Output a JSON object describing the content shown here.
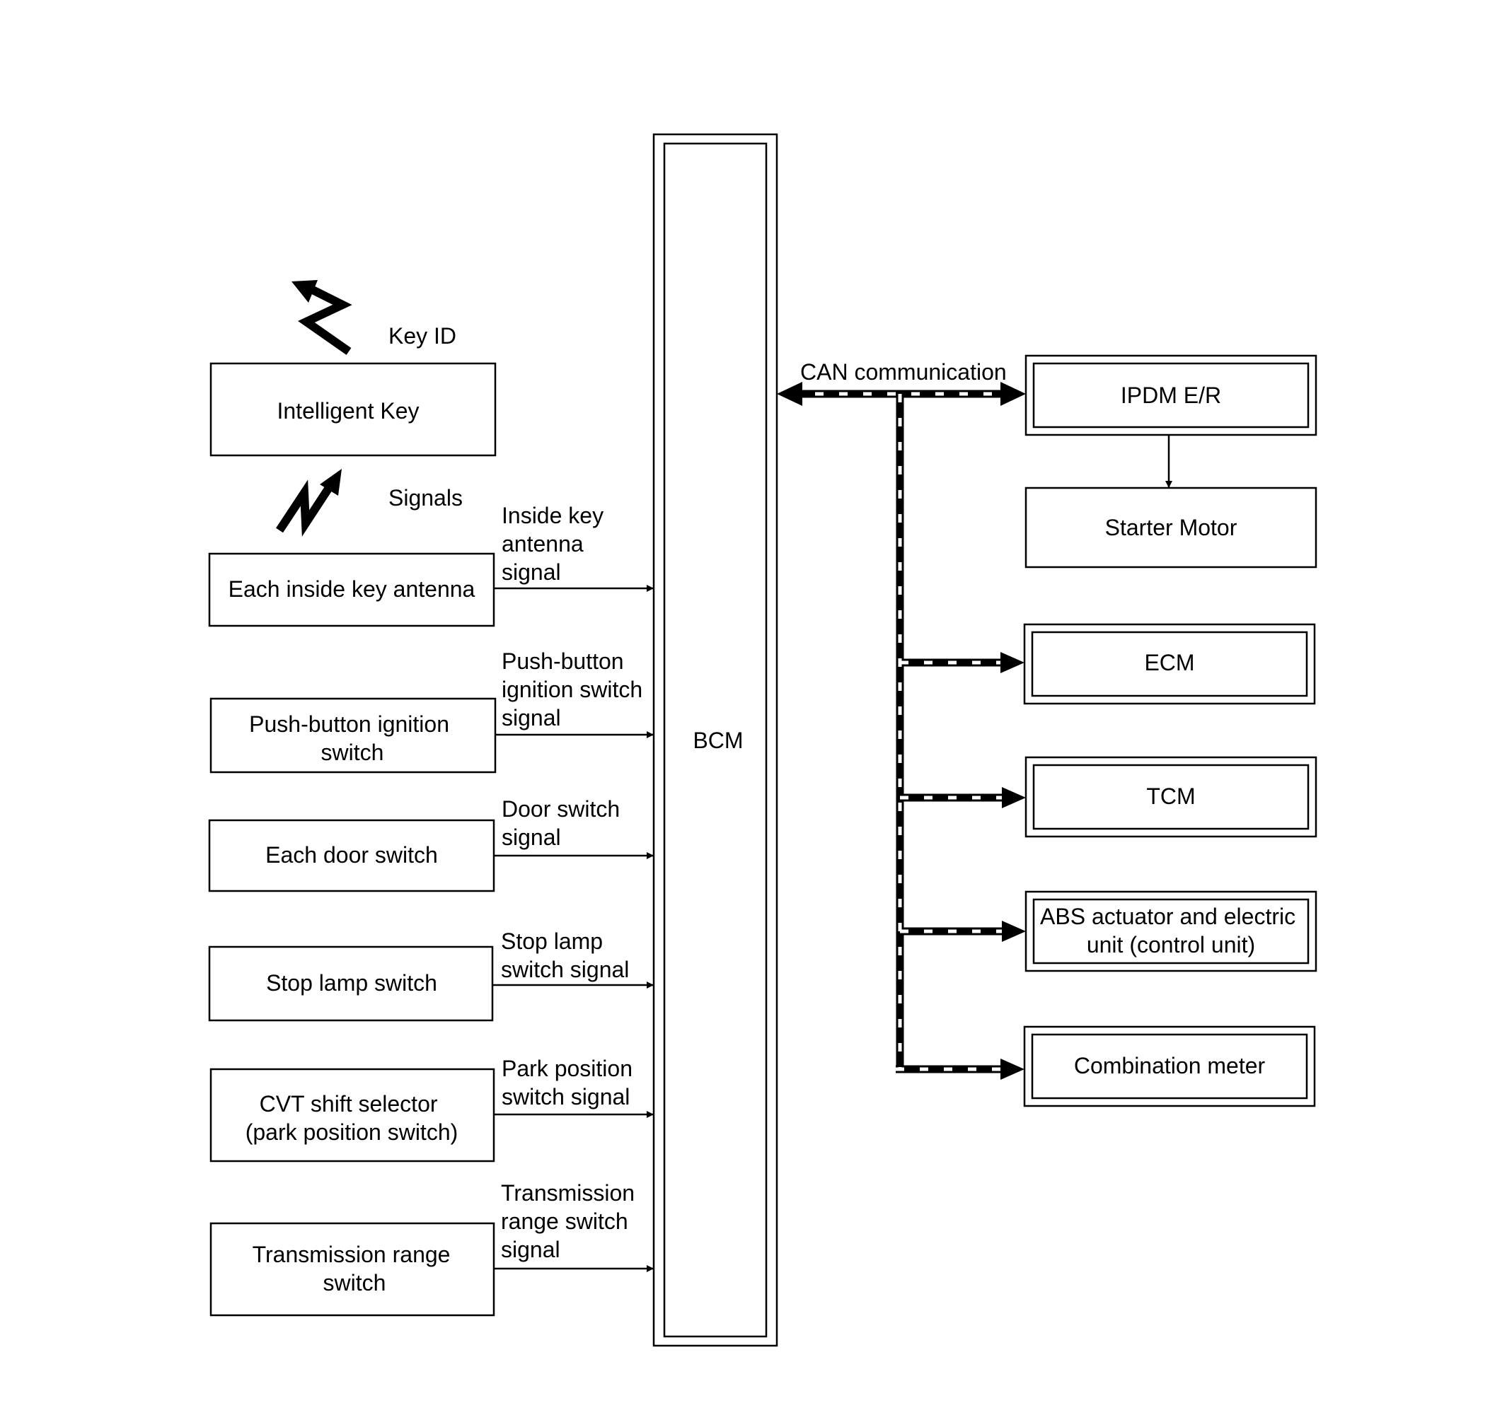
{
  "wireless": {
    "key_id_label": "Key ID",
    "signals_label": "Signals"
  },
  "inputs": [
    {
      "id": "intelligent-key",
      "lines": [
        "Intelligent Key"
      ]
    },
    {
      "id": "each-inside-key-antenna",
      "lines": [
        "Each inside key antenna"
      ],
      "signal": [
        "Inside key",
        "antenna",
        "signal"
      ]
    },
    {
      "id": "push-button-ignition-switch",
      "lines": [
        "Push-button ignition",
        "switch"
      ],
      "signal": [
        "Push-button",
        "ignition switch",
        "signal"
      ]
    },
    {
      "id": "each-door-switch",
      "lines": [
        "Each door switch"
      ],
      "signal": [
        "Door switch",
        "signal"
      ]
    },
    {
      "id": "stop-lamp-switch",
      "lines": [
        "Stop lamp switch"
      ],
      "signal": [
        "Stop lamp",
        "switch signal"
      ]
    },
    {
      "id": "cvt-shift-selector",
      "lines": [
        "CVT shift selector",
        "(park position switch)"
      ],
      "signal": [
        "Park position",
        "switch signal"
      ]
    },
    {
      "id": "transmission-range-switch",
      "lines": [
        "Transmission range",
        "switch"
      ],
      "signal": [
        "Transmission",
        "range switch",
        "signal"
      ]
    }
  ],
  "bcm": {
    "label": "BCM"
  },
  "can": {
    "label": "CAN communication"
  },
  "outputs": [
    {
      "id": "ipdm-er",
      "lines": [
        "IPDM E/R"
      ]
    },
    {
      "id": "starter-motor",
      "lines": [
        "Starter Motor"
      ]
    },
    {
      "id": "ecm",
      "lines": [
        "ECM"
      ]
    },
    {
      "id": "tcm",
      "lines": [
        "TCM"
      ]
    },
    {
      "id": "abs-actuator",
      "lines": [
        "ABS actuator and electric",
        "unit (control unit)"
      ]
    },
    {
      "id": "combination-meter",
      "lines": [
        "Combination meter"
      ]
    }
  ]
}
